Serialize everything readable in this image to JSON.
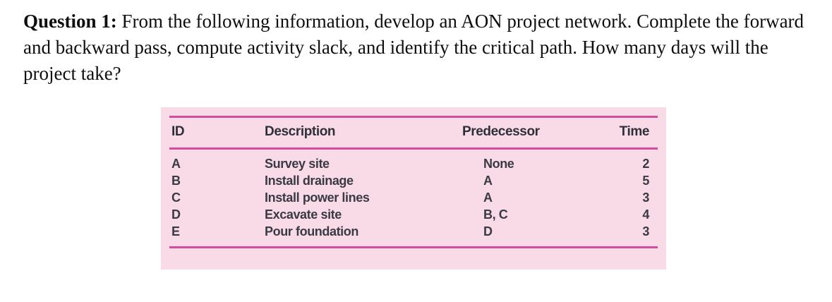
{
  "question": {
    "label": "Question 1:",
    "text": "From the following information, develop an AON project network. Complete the forward and backward pass, compute activity slack, and identify the critical path. How many days will the project take?"
  },
  "table": {
    "headers": {
      "id": "ID",
      "description": "Description",
      "predecessor": "Predecessor",
      "time": "Time"
    },
    "rows": [
      {
        "id": "A",
        "description": "Survey site",
        "predecessor": "None",
        "time": "2"
      },
      {
        "id": "B",
        "description": "Install drainage",
        "predecessor": "A",
        "time": "5"
      },
      {
        "id": "C",
        "description": "Install power lines",
        "predecessor": "A",
        "time": "3"
      },
      {
        "id": "D",
        "description": "Excavate site",
        "predecessor": "B, C",
        "time": "4"
      },
      {
        "id": "E",
        "description": "Pour foundation",
        "predecessor": "D",
        "time": "3"
      }
    ],
    "colors": {
      "panel_background": "#f8dbe7",
      "rule": "#d14e9d",
      "text": "#3a3a44"
    }
  }
}
